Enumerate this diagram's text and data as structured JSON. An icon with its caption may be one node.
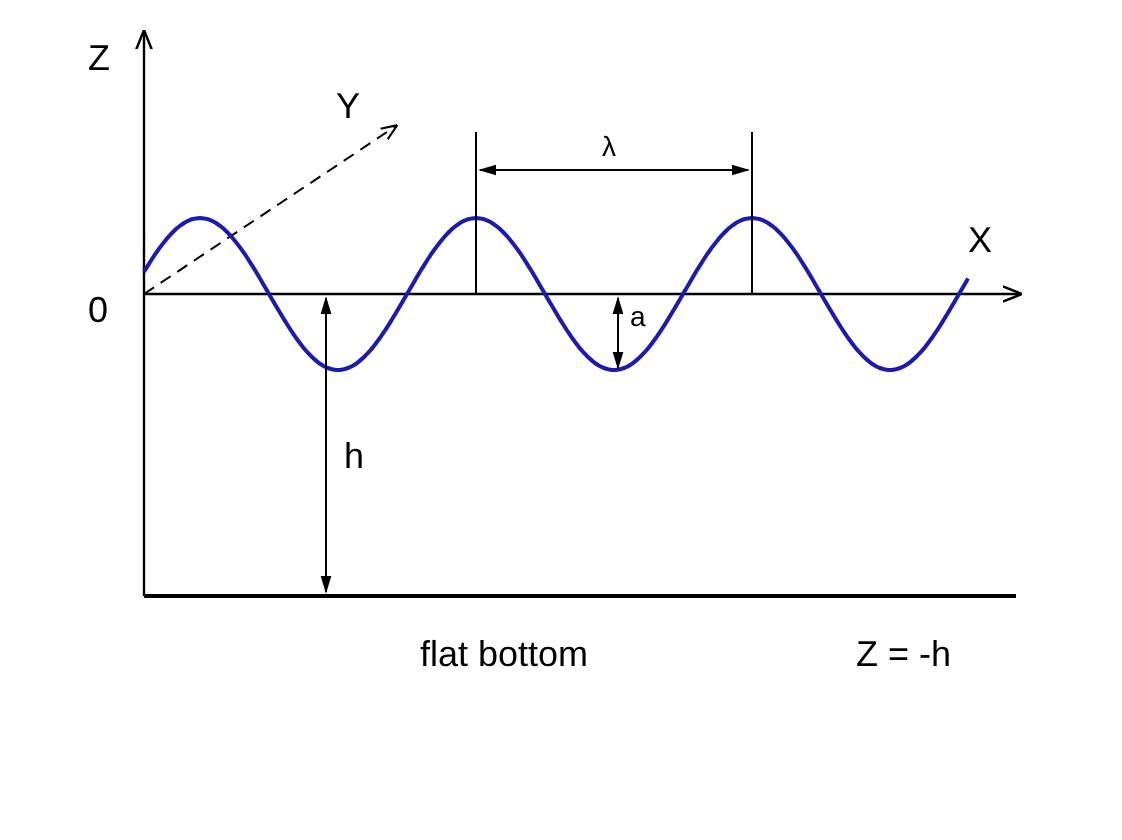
{
  "diagram": {
    "labels": [
      "Z",
      "Y",
      "X",
      "0",
      "λ",
      "a",
      "h",
      "flat bottom",
      "Z = -h"
    ]
  }
}
